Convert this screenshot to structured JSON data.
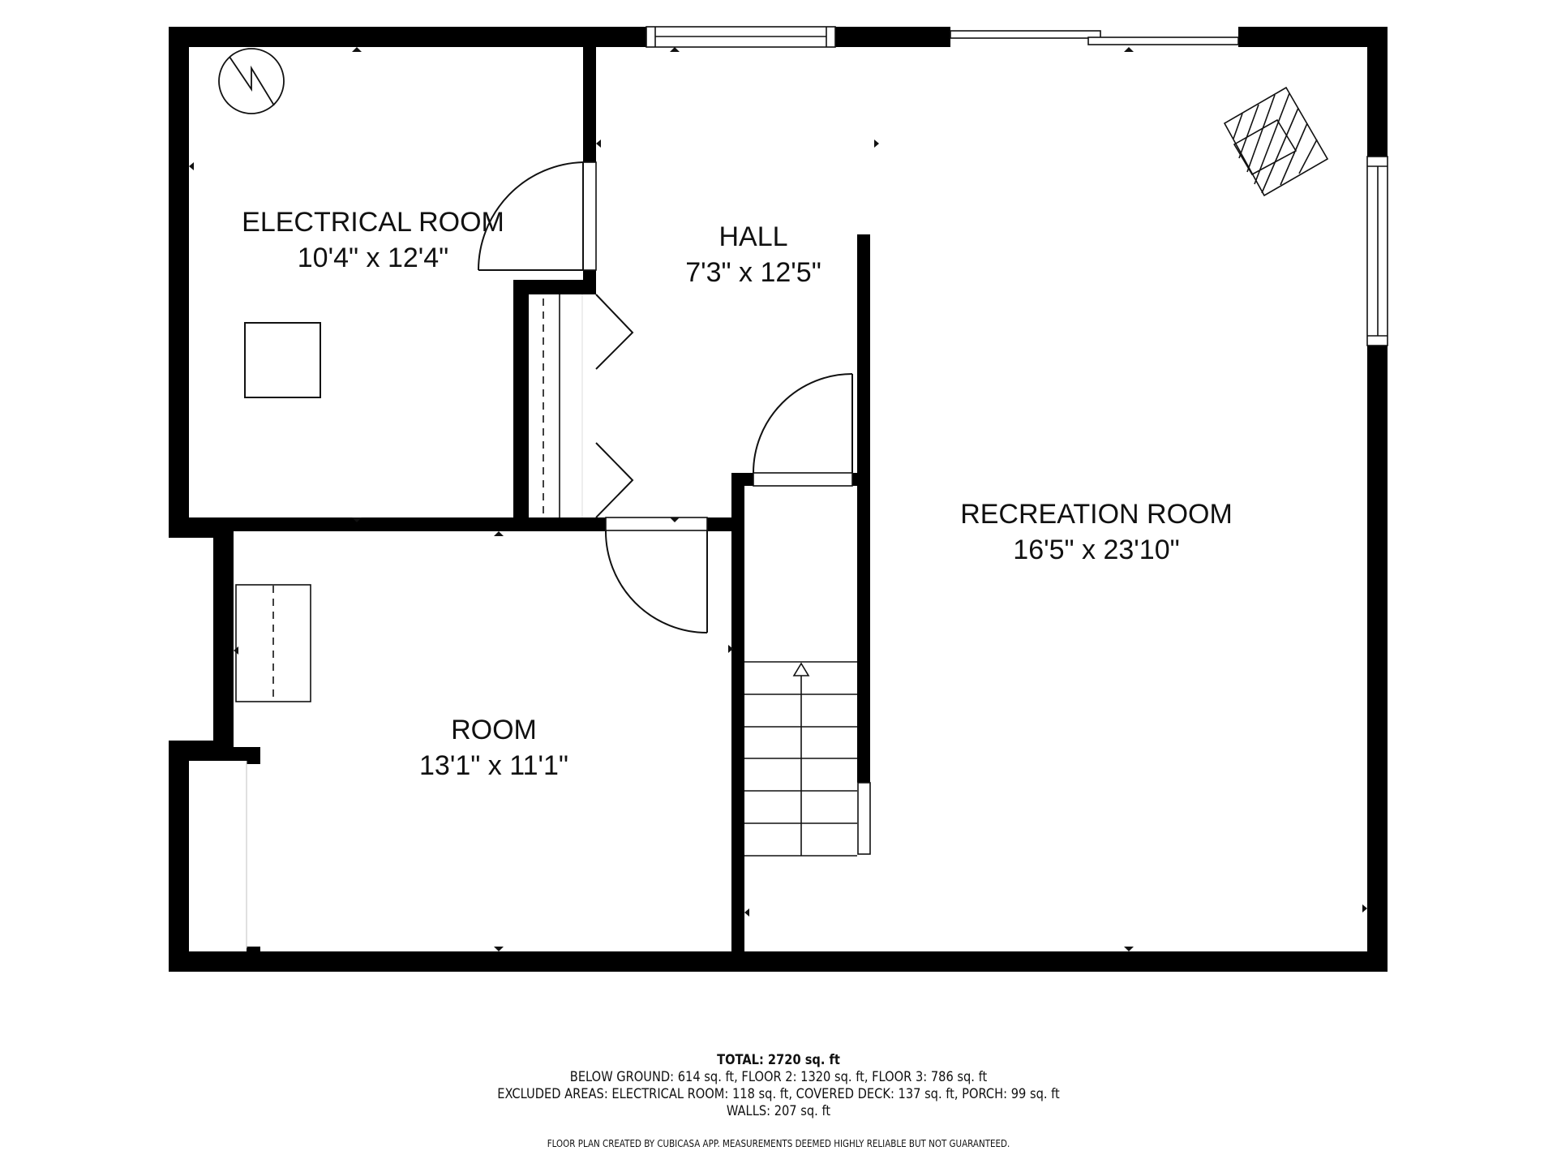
{
  "rooms": {
    "electrical": {
      "name": "ELECTRICAL ROOM",
      "dims": "10'4\" x 12'4\""
    },
    "hall": {
      "name": "HALL",
      "dims": "7'3\" x 12'5\""
    },
    "recreation": {
      "name": "RECREATION ROOM",
      "dims": "16'5\" x 23'10\""
    },
    "room": {
      "name": "ROOM",
      "dims": "13'1\" x 11'1\""
    }
  },
  "fixtures": {
    "water_heater": "water-heater-symbol",
    "electrical_panel": "panel-box",
    "fireplace": "fireplace-symbol",
    "stairs": "stairs-up-arrow",
    "closets": [
      "hall-closet-shelf",
      "room-closet-shelf"
    ]
  },
  "summary": {
    "total": "TOTAL: 2720 sq. ft",
    "below_ground": "BELOW GROUND: 614 sq. ft, FLOOR 2: 1320 sq. ft, FLOOR 3: 786 sq. ft",
    "excluded": "EXCLUDED AREAS: ELECTRICAL ROOM: 118 sq. ft, COVERED DECK: 137 sq. ft, PORCH: 99 sq. ft",
    "walls": "WALLS: 207 sq. ft"
  },
  "footer": {
    "disclaimer": "FLOOR PLAN CREATED BY CUBICASA APP. MEASUREMENTS DEEMED HIGHLY RELIABLE BUT NOT GUARANTEED."
  },
  "colors": {
    "wall": "#000000",
    "background": "#ffffff",
    "line": "#111111"
  }
}
